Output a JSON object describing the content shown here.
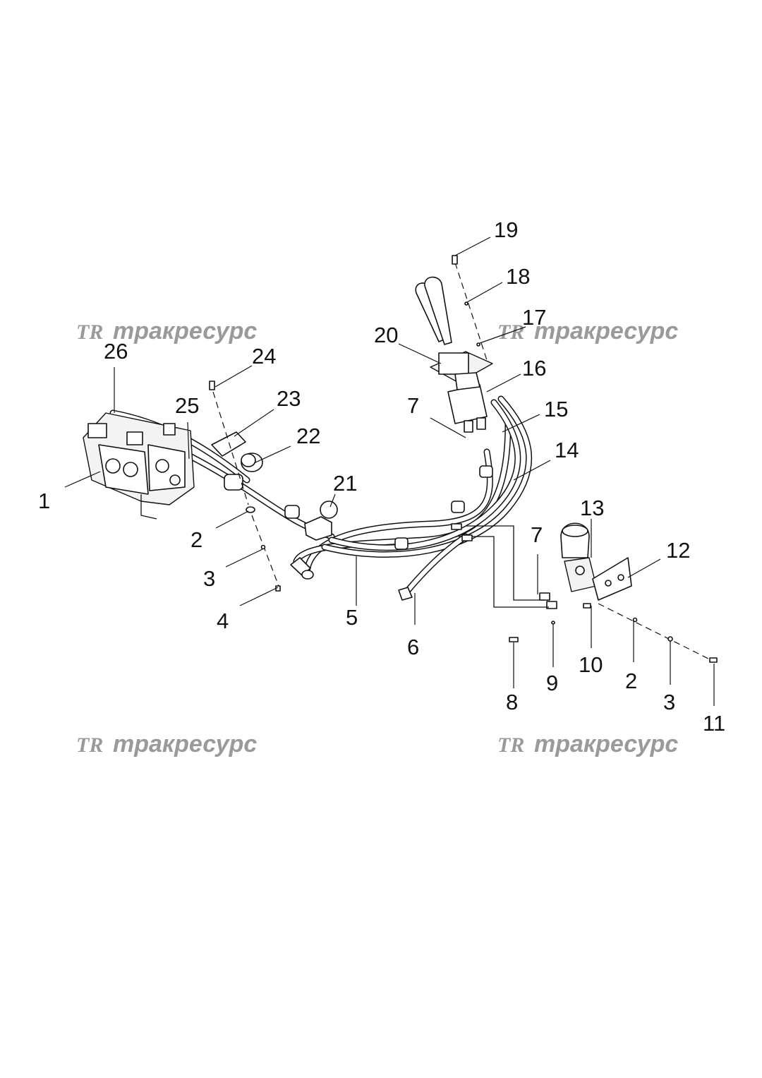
{
  "watermark": {
    "logo": "TR",
    "text": "тракресурс"
  },
  "callouts": {
    "c1": "1",
    "c2a": "2",
    "c2b": "2",
    "c3a": "3",
    "c3b": "3",
    "c4": "4",
    "c5": "5",
    "c6": "6",
    "c7a": "7",
    "c7b": "7",
    "c8": "8",
    "c9": "9",
    "c10": "10",
    "c11": "11",
    "c12": "12",
    "c13": "13",
    "c14": "14",
    "c15": "15",
    "c16": "16",
    "c17": "17",
    "c18": "18",
    "c19": "19",
    "c20": "20",
    "c21": "21",
    "c22": "22",
    "c23": "23",
    "c24": "24",
    "c25": "25",
    "c26": "26"
  }
}
